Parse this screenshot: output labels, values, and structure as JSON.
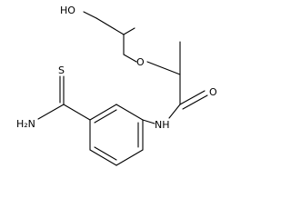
{
  "molecule": {
    "atom_labels": {
      "hydroxyl": "HO",
      "ether_oxygen": "O",
      "carbonyl_oxygen": "O",
      "amide_nh": "NH",
      "thioamide_sulfur": "S",
      "amine_nh2": "H₂N"
    }
  }
}
